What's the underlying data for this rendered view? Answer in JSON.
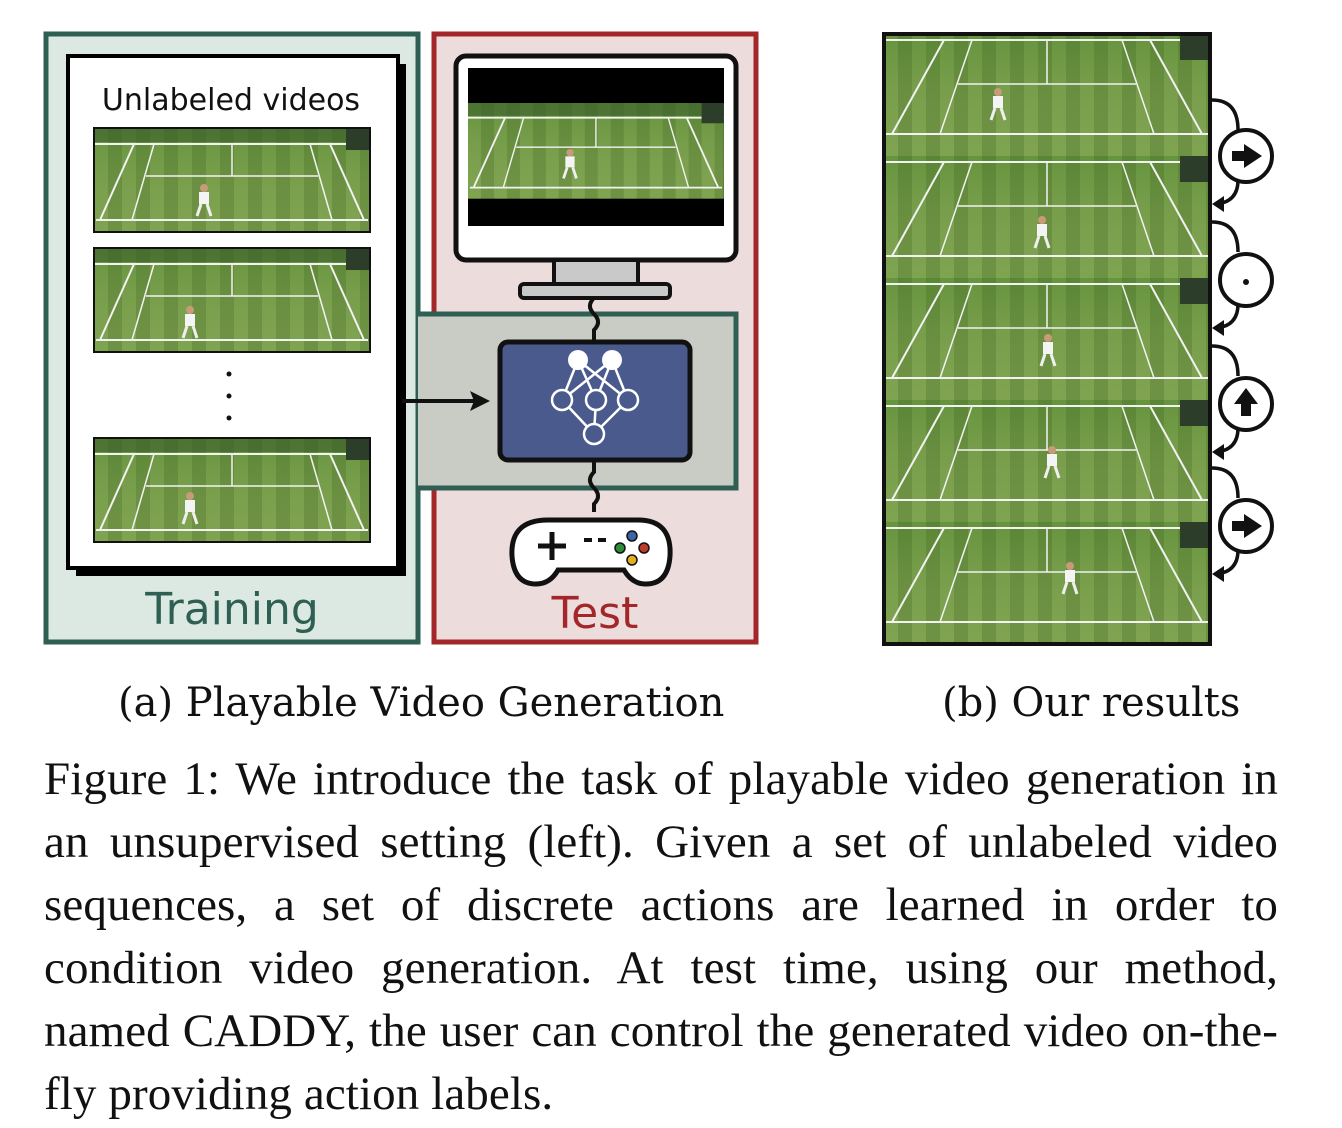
{
  "figure": {
    "unlabeled_title": "Unlabeled videos",
    "dots": "·\n·\n·",
    "training_label": "Training",
    "test_label": "Test",
    "colors": {
      "training_border": "#2f5e52",
      "training_fill": "#dce9e3",
      "test_border": "#a3262a",
      "test_fill": "#ecdcdc",
      "overlap_fill": "#c9ccc4",
      "net_fill": "#4a5a8c",
      "grass_light": "#6f9a43",
      "grass_dark": "#5f8a38"
    },
    "action_icons": [
      "arrow-right-icon",
      "dot-icon",
      "arrow-up-icon",
      "arrow-right-icon"
    ]
  },
  "captions": {
    "a": "(a) Playable Video Generation",
    "b": "(b) Our results",
    "figure_caption": "Figure 1: We introduce the task of playable video generation in an unsupervised setting (left). Given a set of unlabeled video sequences, a set of discrete actions are learned in order to condition video generation. At test time, using our method, named CADDY, the user can control the generated video on-the-fly providing action labels."
  }
}
